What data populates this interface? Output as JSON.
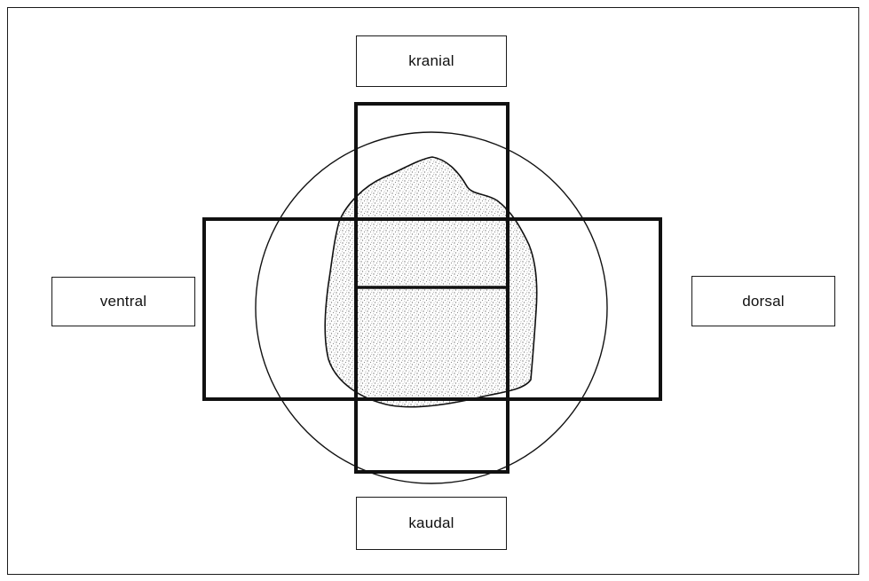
{
  "labels": {
    "top": "kranial",
    "bottom": "kaudal",
    "left": "ventral",
    "right": "dorsal"
  },
  "colors": {
    "line": "#111111",
    "stipple": "#9a9a9a",
    "background": "#ffffff"
  }
}
